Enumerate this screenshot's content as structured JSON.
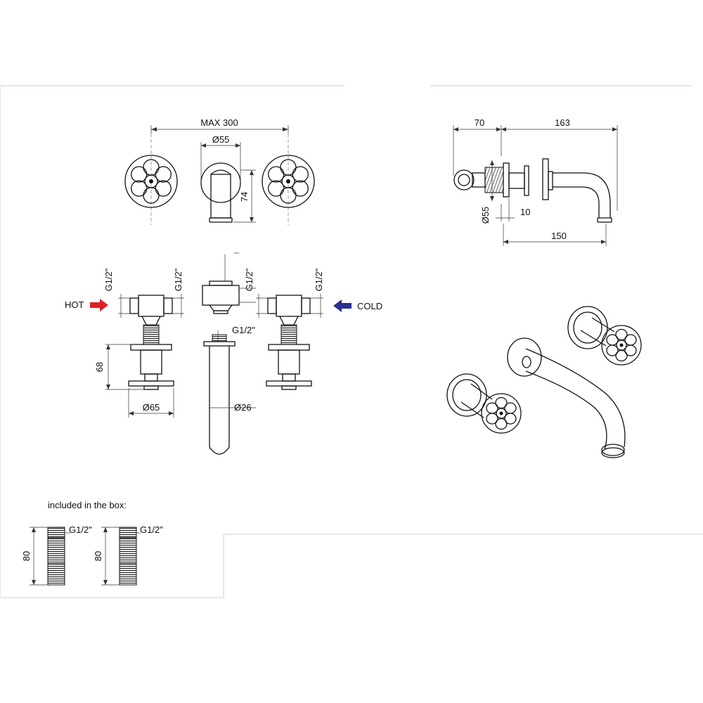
{
  "dimensions": {
    "max_spacing": "MAX 300",
    "spout_rosette_dia": "Ø55",
    "spout_height": "74",
    "side_projection": "70",
    "side_length": "163",
    "side_rosette_dia": "Ø55",
    "side_gap": "10",
    "side_reach": "150",
    "thread_hot_top": "G1/2\"",
    "thread_hot_side": "G1/2\"",
    "thread_spout_top": "G1/2\"",
    "thread_cold_side": "G1/2\"",
    "spout_thread": "G1/2\"",
    "valve_depth": "68",
    "valve_plate_dia": "Ø65",
    "spout_tube_dia": "Ø26",
    "nipple1_len": "80",
    "nipple1_thread": "G1/2\"",
    "nipple2_len": "80",
    "nipple2_thread": "G1/2\""
  },
  "labels": {
    "hot": "HOT",
    "cold": "COLD",
    "included": "included in the box:"
  },
  "colors": {
    "hot_arrow": "#e02020",
    "cold_arrow": "#2b2f8f"
  }
}
